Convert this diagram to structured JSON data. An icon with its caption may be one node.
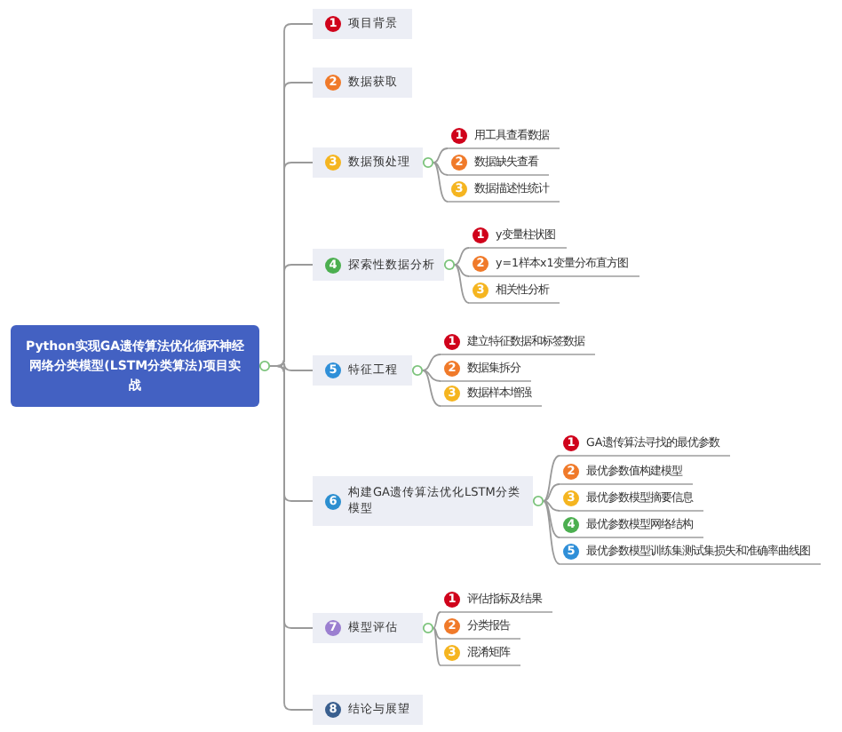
{
  "diagram": {
    "nodes": [
      {
        "text": [
          "Python实现GA遗传算法优化循环神经网络分类模型(LSTM分类算法)项目实战"
        ]
      },
      {
        "text": [
          "1",
          "项目背景"
        ]
      },
      {
        "text": [
          "2",
          "数据获取"
        ]
      },
      {
        "text": [
          "3",
          "数据预处理"
        ]
      },
      {
        "text": [
          "1",
          "用工具查看数据"
        ]
      },
      {
        "text": [
          "2",
          "数据缺失查看"
        ]
      },
      {
        "text": [
          "3",
          "数据描述性统计"
        ]
      },
      {
        "text": [
          "4",
          "探索性数据分析"
        ]
      },
      {
        "text": [
          "1",
          "y变量柱状图"
        ]
      },
      {
        "text": [
          "2",
          "y=1样本x1变量分布直方图"
        ]
      },
      {
        "text": [
          "3",
          "相关性分析"
        ]
      },
      {
        "text": [
          "5",
          "特征工程"
        ]
      },
      {
        "text": [
          "1",
          "建立特征数据和标签数据"
        ]
      },
      {
        "text": [
          "2",
          "数据集拆分"
        ]
      },
      {
        "text": [
          "3",
          "数据样本增强"
        ]
      },
      {
        "text": [
          "6",
          "构建GA遗传算法优化LSTM分类模型"
        ]
      },
      {
        "text": [
          "1",
          "GA遗传算法寻找的最优参数"
        ]
      },
      {
        "text": [
          "2",
          "最优参数值构建模型"
        ]
      },
      {
        "text": [
          "3",
          "最优参数模型摘要信息"
        ]
      },
      {
        "text": [
          "4",
          "最优参数模型网络结构"
        ]
      },
      {
        "text": [
          "5",
          "最优参数模型训练集测试集损失和准确率曲线图"
        ]
      },
      {
        "text": [
          "7",
          "模型评估"
        ]
      },
      {
        "text": [
          "1",
          "评估指标及结果"
        ]
      },
      {
        "text": [
          "2",
          "分类报告"
        ]
      },
      {
        "text": [
          "3",
          "混淆矩阵"
        ]
      },
      {
        "text": [
          "8",
          "结论与展望"
        ]
      }
    ],
    "edges": [
      {
        "from": 0,
        "to": 1,
        "arrow": "none"
      },
      {
        "from": 0,
        "to": 2,
        "arrow": "none"
      },
      {
        "from": 0,
        "to": 3,
        "arrow": "none"
      },
      {
        "from": 3,
        "to": 4,
        "arrow": "none"
      },
      {
        "from": 3,
        "to": 5,
        "arrow": "none"
      },
      {
        "from": 3,
        "to": 6,
        "arrow": "none"
      },
      {
        "from": 0,
        "to": 7,
        "arrow": "none"
      },
      {
        "from": 7,
        "to": 8,
        "arrow": "none"
      },
      {
        "from": 7,
        "to": 9,
        "arrow": "none"
      },
      {
        "from": 7,
        "to": 10,
        "arrow": "none"
      },
      {
        "from": 0,
        "to": 11,
        "arrow": "none"
      },
      {
        "from": 11,
        "to": 12,
        "arrow": "none"
      },
      {
        "from": 11,
        "to": 13,
        "arrow": "none"
      },
      {
        "from": 11,
        "to": 14,
        "arrow": "none"
      },
      {
        "from": 0,
        "to": 15,
        "arrow": "none"
      },
      {
        "from": 15,
        "to": 16,
        "arrow": "none"
      },
      {
        "from": 15,
        "to": 17,
        "arrow": "none"
      },
      {
        "from": 15,
        "to": 18,
        "arrow": "none"
      },
      {
        "from": 15,
        "to": 19,
        "arrow": "none"
      },
      {
        "from": 15,
        "to": 20,
        "arrow": "none"
      },
      {
        "from": 0,
        "to": 21,
        "arrow": "none"
      },
      {
        "from": 21,
        "to": 22,
        "arrow": "none"
      },
      {
        "from": 21,
        "to": 23,
        "arrow": "none"
      },
      {
        "from": 21,
        "to": 24,
        "arrow": "none"
      },
      {
        "from": 0,
        "to": 25,
        "arrow": "none"
      }
    ]
  }
}
